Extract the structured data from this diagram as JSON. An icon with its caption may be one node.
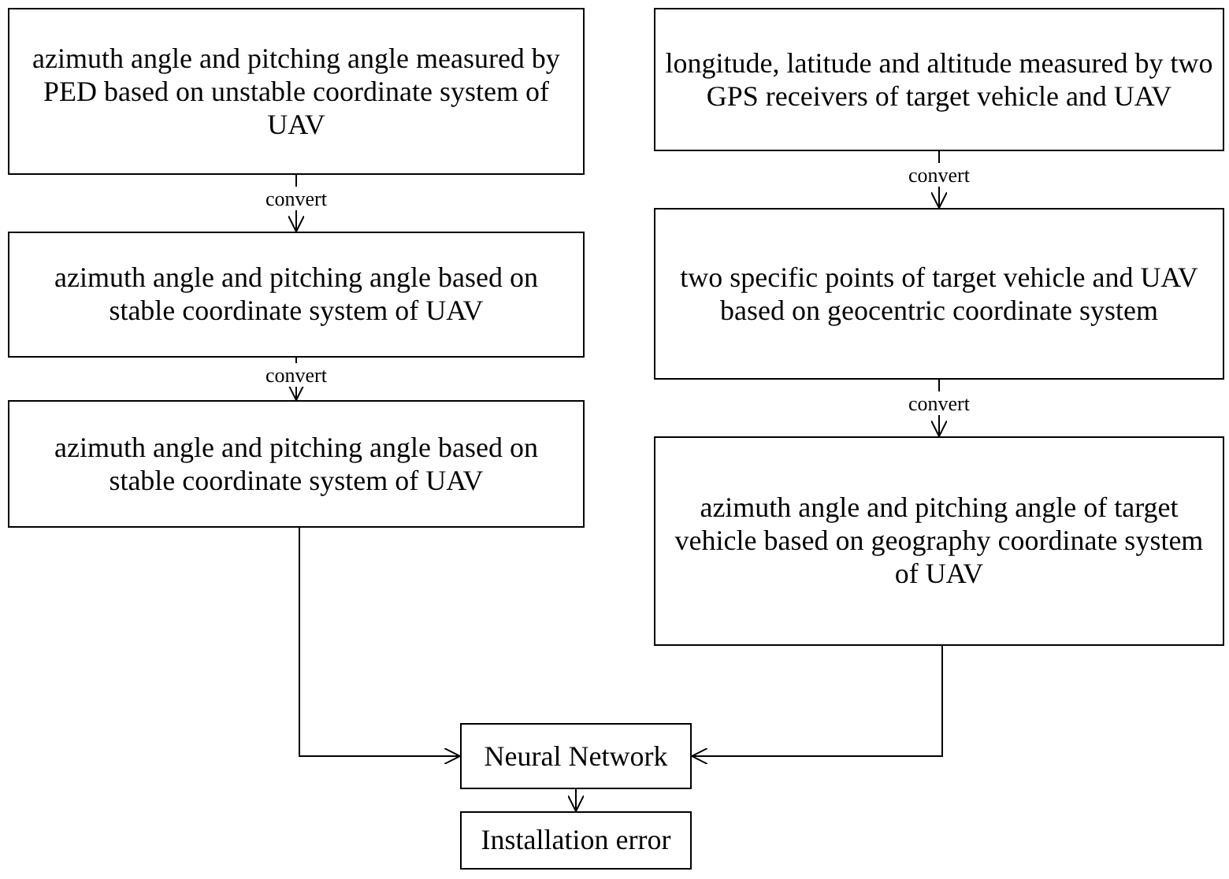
{
  "diagram": {
    "nodes": [
      {
        "text": [
          "azimuth angle and pitching angle measured by PED based on unstable coordinate system of UAV"
        ]
      },
      {
        "text": [
          "azimuth angle and pitching angle based on stable coordinate system of UAV"
        ]
      },
      {
        "text": [
          "azimuth angle and pitching angle based on stable coordinate system of UAV"
        ]
      },
      {
        "text": [
          "longitude, latitude and altitude measured by two GPS receivers of target vehicle and UAV"
        ]
      },
      {
        "text": [
          "two specific points of target vehicle and UAV based on geocentric  coordinate system"
        ]
      },
      {
        "text": [
          "azimuth angle and pitching angle of target vehicle based on geography coordinate system of UAV"
        ]
      },
      {
        "text": [
          "Neural Network"
        ]
      },
      {
        "text": [
          "Installation error"
        ]
      }
    ],
    "edges": [
      {
        "from": 0,
        "to": 1,
        "arrow": "to",
        "label": "convert"
      },
      {
        "from": 1,
        "to": 2,
        "arrow": "to",
        "label": "convert"
      },
      {
        "from": 3,
        "to": 4,
        "arrow": "to",
        "label": "convert"
      },
      {
        "from": 4,
        "to": 5,
        "arrow": "to",
        "label": "convert"
      },
      {
        "from": 2,
        "to": 6,
        "arrow": "to"
      },
      {
        "from": 5,
        "to": 6,
        "arrow": "to"
      },
      {
        "from": 6,
        "to": 7,
        "arrow": "to"
      }
    ]
  }
}
